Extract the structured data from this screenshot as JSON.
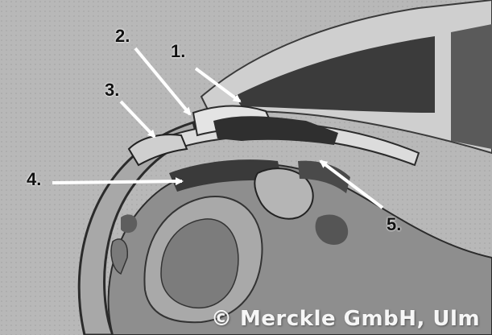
{
  "labels": {
    "l1": "1.",
    "l2": "2.",
    "l3": "3.",
    "l4": "4.",
    "l5": "5."
  },
  "copyright": "© Merckle GmbH, Ulm",
  "colors": {
    "background": "#bdbdbd",
    "tissue_light": "#d9d9d9",
    "tissue_mid": "#8f8f8f",
    "tissue_dark": "#2e2e2e",
    "arrow": "#ffffff"
  }
}
